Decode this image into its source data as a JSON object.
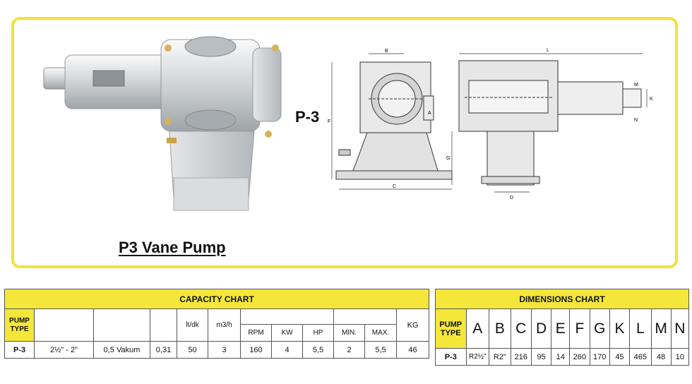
{
  "pump_model_label": "P-3",
  "product_title": "P3 Vane Pump",
  "drawing_labels": {
    "B": "B",
    "F": "F",
    "A": "A",
    "C": "C",
    "L": "L",
    "G": "G",
    "D": "D",
    "M": "M",
    "K": "K",
    "N": "N"
  },
  "capacity_chart": {
    "title": "CAPACITY CHART",
    "pump_type_header": "PUMP TYPE",
    "headers": {
      "ltdk": "lt/dk",
      "m3h": "m3/h",
      "rpm": "RPM",
      "kw": "KW",
      "hp": "HP",
      "min": "MIN.",
      "max": "MAX.",
      "kg": "KG"
    },
    "row": [
      "P-3",
      "2½\" - 2\"",
      "0,5 Vakum",
      "0,31",
      "50",
      "3",
      "160",
      "4",
      "5,5",
      "2",
      "5,5",
      "46"
    ]
  },
  "dimensions_chart": {
    "title": "DIMENSIONS CHART",
    "pump_type_header": "PUMP TYPE",
    "letters": [
      "A",
      "B",
      "C",
      "D",
      "E",
      "F",
      "G",
      "K",
      "L",
      "M",
      "N"
    ],
    "row": [
      "P-3",
      "R2½\"",
      "R2\"",
      "216",
      "95",
      "14",
      "260",
      "170",
      "45",
      "465",
      "48",
      "10"
    ]
  },
  "colors": {
    "accent_yellow": "#f4e73a",
    "frame_yellow": "#f1e23a"
  }
}
